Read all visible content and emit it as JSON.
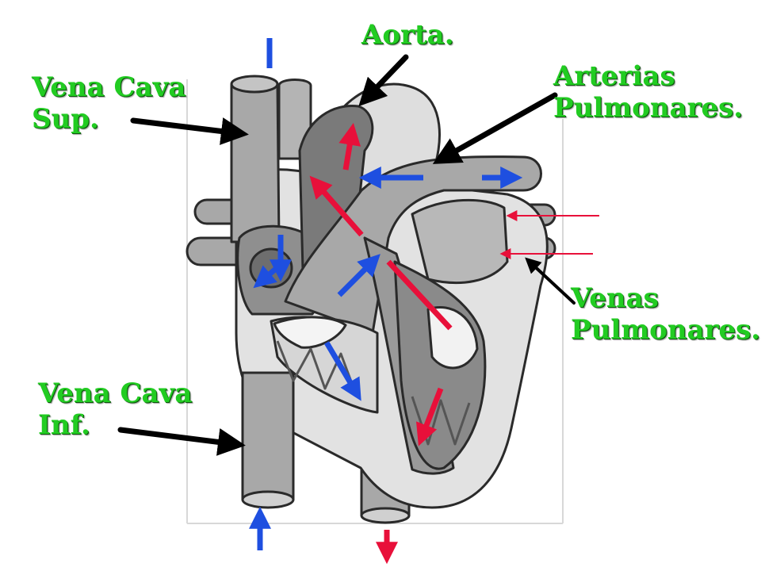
{
  "labels": {
    "aorta": "Aorta.",
    "pulmonary_arteries": [
      "Arterias",
      "Pulmonares."
    ],
    "superior_vena_cava": [
      "Vena Cava",
      "Sup."
    ],
    "pulmonary_veins": [
      "Venas",
      "Pulmonares."
    ],
    "inferior_vena_cava": [
      "Vena Cava",
      "Inf."
    ]
  },
  "colors": {
    "label_text": "#22cc22",
    "deoxygenated_flow": "#1e4fe0",
    "oxygenated_flow": "#e8103a",
    "pointer": "#000000",
    "heart_light": "#e2e2e2",
    "heart_mid": "#a8a8a8",
    "heart_dark": "#6e6e6e"
  }
}
